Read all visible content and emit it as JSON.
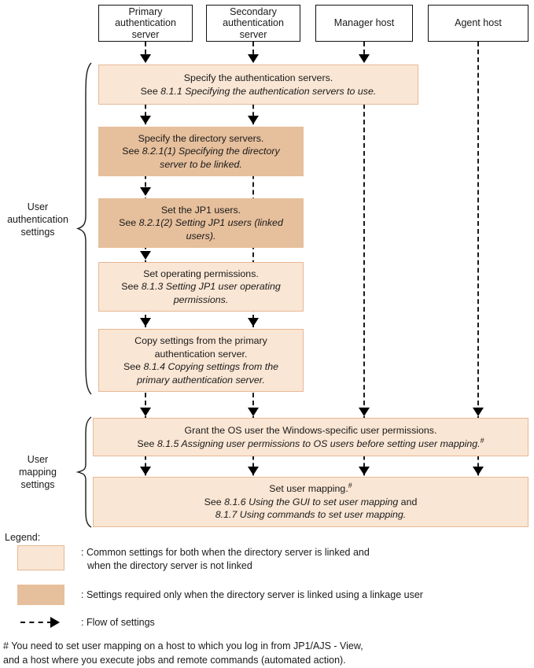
{
  "diagram": {
    "title": "JP1 user authentication and user mapping settings flow",
    "colors": {
      "box_light": "#fae6d4",
      "box_light_border": "#e6b894",
      "box_dark": "#e6bf9c",
      "line": "#1a1a1a",
      "background": "#ffffff"
    },
    "hosts": [
      {
        "id": "primary",
        "label": "Primary\nauthentication\nserver",
        "label_l1": "Primary",
        "label_l2": "authentication",
        "label_l3": "server"
      },
      {
        "id": "secondary",
        "label": "Secondary\nauthentication\nserver",
        "label_l1": "Secondary",
        "label_l2": "authentication",
        "label_l3": "server"
      },
      {
        "id": "manager",
        "label": "Manager host",
        "label_l1": "Manager host",
        "label_l2": "",
        "label_l3": ""
      },
      {
        "id": "agent",
        "label": "Agent host",
        "label_l1": "Agent host",
        "label_l2": "",
        "label_l3": ""
      }
    ],
    "groups": [
      {
        "id": "auth",
        "l1": "User",
        "l2": "authentication",
        "l3": "settings"
      },
      {
        "id": "mapping",
        "l1": "User",
        "l2": "mapping",
        "l3": "settings"
      }
    ],
    "steps": [
      {
        "id": "step1",
        "shade": "light",
        "group": "auth",
        "line1": "Specify the authentication servers.",
        "line2_prefix": "See ",
        "line2_italic": "8.1.1 Specifying the authentication servers to use.",
        "line2_suffix": "",
        "line3_italic": "",
        "line4_italic": "",
        "footnote_marker": "",
        "targets": [
          "primary",
          "secondary",
          "manager"
        ]
      },
      {
        "id": "step2",
        "shade": "dark",
        "group": "auth",
        "line1": "Specify the directory servers.",
        "line2_prefix": "See ",
        "line2_italic": "8.2.1(1) Specifying the directory",
        "line2_suffix": "",
        "line3_italic": "server to be linked.",
        "line4_italic": "",
        "footnote_marker": "",
        "targets": [
          "primary",
          "secondary"
        ]
      },
      {
        "id": "step3",
        "shade": "dark",
        "group": "auth",
        "line1": "Set the JP1 users.",
        "line2_prefix": "See ",
        "line2_italic": "8.2.1(2) Setting JP1 users (linked",
        "line2_suffix": "",
        "line3_italic": "users).",
        "line4_italic": "",
        "footnote_marker": "",
        "targets": [
          "primary"
        ]
      },
      {
        "id": "step4",
        "shade": "light",
        "group": "auth",
        "line1": "Set operating permissions.",
        "line2_prefix": "See ",
        "line2_italic": "8.1.3 Setting JP1 user operating",
        "line2_suffix": "",
        "line3_italic": "permissions.",
        "line4_italic": "",
        "footnote_marker": "",
        "targets": [
          "primary"
        ]
      },
      {
        "id": "step5",
        "shade": "light",
        "group": "auth",
        "line1": "Copy settings from the primary",
        "line1b": "authentication server.",
        "line2_prefix": "See ",
        "line2_italic": "8.1.4 Copying settings from the",
        "line2_suffix": "",
        "line3_italic": "primary authentication server.",
        "line4_italic": "",
        "footnote_marker": "",
        "targets": [
          "primary",
          "secondary"
        ]
      },
      {
        "id": "step6",
        "shade": "light",
        "group": "mapping",
        "line1": "Grant the OS user the Windows-specific user permissions.",
        "line2_prefix": "See ",
        "line2_italic": "8.1.5 Assigning user permissions to OS users before setting user mapping.",
        "line2_suffix": "",
        "line3_italic": "",
        "line4_italic": "",
        "footnote_marker": "#",
        "targets": [
          "primary",
          "secondary",
          "manager",
          "agent"
        ]
      },
      {
        "id": "step7",
        "shade": "light",
        "group": "mapping",
        "line1": "Set user mapping.",
        "line2_prefix": "See ",
        "line2_italic": "8.1.6 Using the GUI to set user mapping",
        "line2_suffix": " and",
        "line3_italic": "8.1.7 Using commands to set user mapping.",
        "line4_italic": "",
        "footnote_marker": "#",
        "targets": [
          "primary",
          "secondary",
          "manager",
          "agent"
        ]
      }
    ],
    "legend": {
      "title": "Legend:",
      "entries": [
        {
          "id": "light-swatch",
          "type": "swatch-light",
          "text_line1": ": Common settings for both when the directory server is linked and",
          "text_line2": "when the directory server is not linked"
        },
        {
          "id": "dark-swatch",
          "type": "swatch-dark",
          "text_line1": ": Settings required only when the directory server is linked using a linkage user",
          "text_line2": ""
        },
        {
          "id": "flow-arrow",
          "type": "arrow",
          "text_line1": ": Flow of settings",
          "text_line2": ""
        }
      ]
    },
    "footnote": {
      "line1": "# You need to set user mapping on a host to which you log in from JP1/AJS - View,",
      "line2": "and a host where you execute jobs and remote commands (automated action)."
    }
  }
}
